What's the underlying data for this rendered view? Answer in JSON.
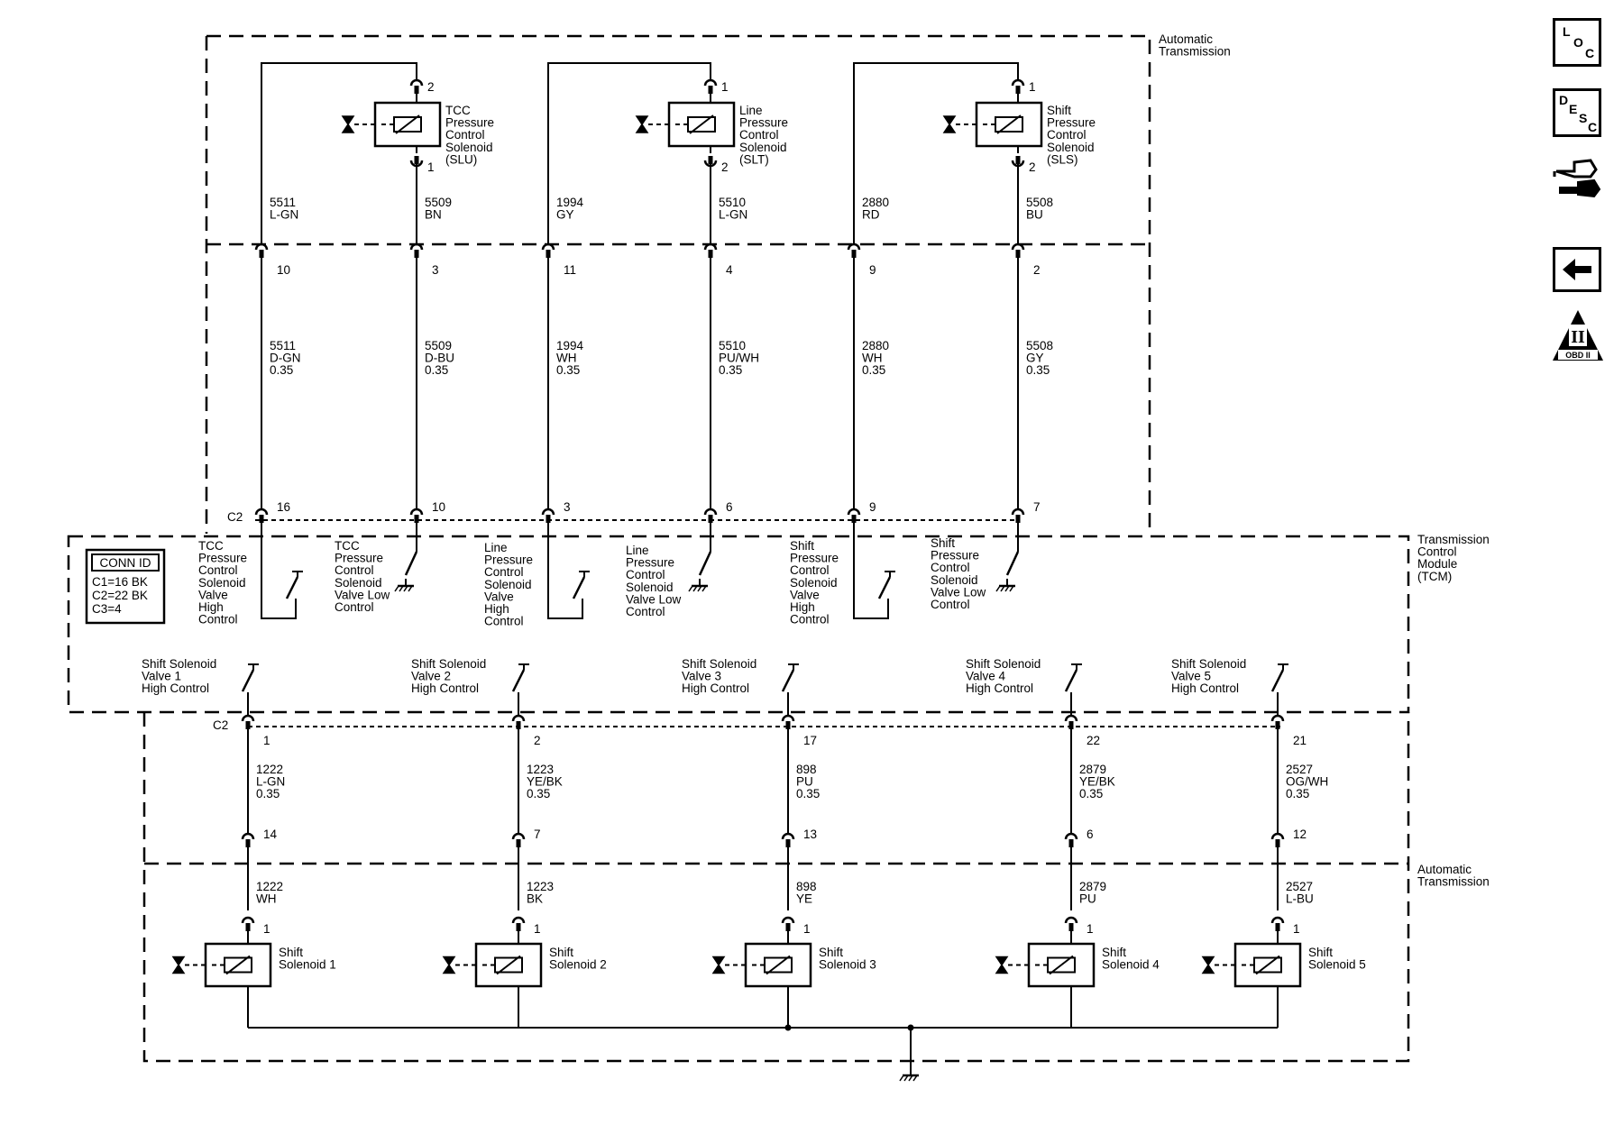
{
  "areas": {
    "auto_trans_top": "Automatic\nTransmission",
    "tcm": "Transmission\nControl\nModule\n(TCM)",
    "auto_trans_bottom": "Automatic\nTransmission"
  },
  "conn_id": {
    "title": "CONN ID",
    "lines": [
      "C1=16 BK",
      "C2=22 BK",
      "C3=4"
    ]
  },
  "connectors": {
    "c2_top": "C2",
    "c2_bottom": "C2"
  },
  "pressure_solenoids": [
    {
      "name": "TCC\nPressure\nControl\nSolenoid\n(SLU)",
      "pin_top": "2",
      "pin_bottom": "1",
      "left": {
        "ckt": "5511",
        "color": "L-GN"
      },
      "right": {
        "ckt": "5509",
        "color": "BN"
      }
    },
    {
      "name": "Line\nPressure\nControl\nSolenoid\n(SLT)",
      "pin_top": "1",
      "pin_bottom": "2",
      "left": {
        "ckt": "1994",
        "color": "GY"
      },
      "right": {
        "ckt": "5510",
        "color": "L-GN"
      }
    },
    {
      "name": "Shift\nPressure\nControl\nSolenoid\n(SLS)",
      "pin_top": "1",
      "pin_bottom": "2",
      "left": {
        "ckt": "2880",
        "color": "RD"
      },
      "right": {
        "ckt": "5508",
        "color": "BU"
      }
    }
  ],
  "top_wires": [
    {
      "inline_pin": "10",
      "ckt": "5511",
      "color": "D-GN",
      "gauge": "0.35",
      "tcm_pin": "16"
    },
    {
      "inline_pin": "3",
      "ckt": "5509",
      "color": "D-BU",
      "gauge": "0.35",
      "tcm_pin": "10"
    },
    {
      "inline_pin": "11",
      "ckt": "1994",
      "color": "WH",
      "gauge": "0.35",
      "tcm_pin": "3"
    },
    {
      "inline_pin": "4",
      "ckt": "5510",
      "color": "PU/WH",
      "gauge": "0.35",
      "tcm_pin": "6"
    },
    {
      "inline_pin": "9",
      "ckt": "2880",
      "color": "WH",
      "gauge": "0.35",
      "tcm_pin": "9"
    },
    {
      "inline_pin": "2",
      "ckt": "5508",
      "color": "GY",
      "gauge": "0.35",
      "tcm_pin": "7"
    }
  ],
  "tcm_controls": [
    "TCC\nPressure\nControl\nSolenoid\nValve\nHigh\nControl",
    "TCC\nPressure\nControl\nSolenoid\nValve Low\nControl",
    "Line\nPressure\nControl\nSolenoid\nValve\nHigh\nControl",
    "Line\nPressure\nControl\nSolenoid\nValve Low\nControl",
    "Shift\nPressure\nControl\nSolenoid\nValve\nHigh\nControl",
    "Shift\nPressure\nControl\nSolenoid\nValve Low\nControl"
  ],
  "shift_valves": [
    "Shift Solenoid\nValve 1\nHigh Control",
    "Shift Solenoid\nValve 2\nHigh Control",
    "Shift Solenoid\nValve 3\nHigh Control",
    "Shift Solenoid\nValve 4\nHigh Control",
    "Shift Solenoid\nValve 5\nHigh Control"
  ],
  "bottom_wires": [
    {
      "tcm_pin": "1",
      "ckt": "1222",
      "color": "L-GN",
      "gauge": "0.35",
      "inline_pin": "14",
      "ckt2": "1222",
      "color2": "WH",
      "sol_pin": "1",
      "solenoid": "Shift\nSolenoid 1"
    },
    {
      "tcm_pin": "2",
      "ckt": "1223",
      "color": "YE/BK",
      "gauge": "0.35",
      "inline_pin": "7",
      "ckt2": "1223",
      "color2": "BK",
      "sol_pin": "1",
      "solenoid": "Shift\nSolenoid 2"
    },
    {
      "tcm_pin": "17",
      "ckt": "898",
      "color": "PU",
      "gauge": "0.35",
      "inline_pin": "13",
      "ckt2": "898",
      "color2": "YE",
      "sol_pin": "1",
      "solenoid": "Shift\nSolenoid 3"
    },
    {
      "tcm_pin": "22",
      "ckt": "2879",
      "color": "YE/BK",
      "gauge": "0.35",
      "inline_pin": "6",
      "ckt2": "2879",
      "color2": "PU",
      "sol_pin": "1",
      "solenoid": "Shift\nSolenoid 4"
    },
    {
      "tcm_pin": "21",
      "ckt": "2527",
      "color": "OG/WH",
      "gauge": "0.35",
      "inline_pin": "12",
      "ckt2": "2527",
      "color2": "L-BU",
      "sol_pin": "1",
      "solenoid": "Shift\nSolenoid 5"
    }
  ],
  "nav_icons": [
    {
      "name": "loc-icon",
      "letters": [
        "L",
        "O",
        "C"
      ]
    },
    {
      "name": "desc-icon",
      "letters": [
        "D",
        "E",
        "S",
        "C"
      ]
    },
    {
      "name": "connector-icon"
    },
    {
      "name": "back-arrow-icon"
    },
    {
      "name": "obd-ii-icon",
      "label": "OBD II",
      "numeral": "II"
    }
  ]
}
